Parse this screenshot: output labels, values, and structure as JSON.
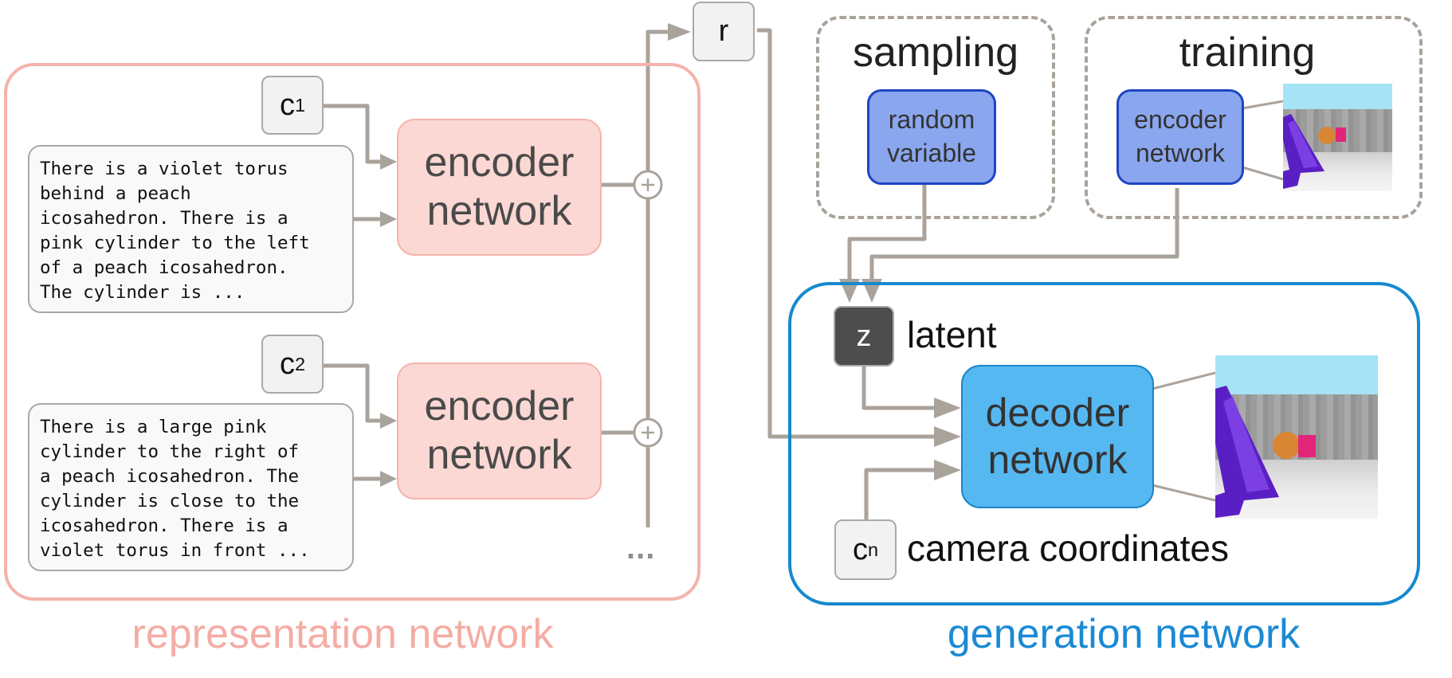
{
  "representation": {
    "group_label": "representation network",
    "context1": {
      "key_base": "c",
      "key_sub": "1",
      "encoder_line1": "encoder",
      "encoder_line2": "network",
      "text": "There is a violet torus\nbehind a peach\nicosahedron. There is a\npink cylinder to the left\nof a peach icosahedron.\nThe cylinder is ..."
    },
    "context2": {
      "key_base": "c",
      "key_sub": "2",
      "encoder_line1": "encoder",
      "encoder_line2": "network",
      "text": "There is a large pink\ncylinder to the right of\na peach icosahedron. The\ncylinder is close to the\nicosahedron. There is a\nviolet torus in front ..."
    },
    "ellipsis": "...",
    "sum_symbol": "+"
  },
  "r_label": "r",
  "sampling": {
    "title": "sampling",
    "box_line1": "random",
    "box_line2": "variable"
  },
  "training": {
    "title": "training",
    "box_line1": "encoder",
    "box_line2": "network"
  },
  "generation": {
    "group_label": "generation network",
    "z_label": "z",
    "latent_label": "latent",
    "decoder_line1": "decoder",
    "decoder_line2": "network",
    "camera_key_base": "c",
    "camera_key_sub": "n",
    "camera_label": "camera coordinates"
  },
  "colors": {
    "representation": "#f4aca4",
    "generation": "#1a8ad4",
    "arrow": "#aaa39b"
  }
}
